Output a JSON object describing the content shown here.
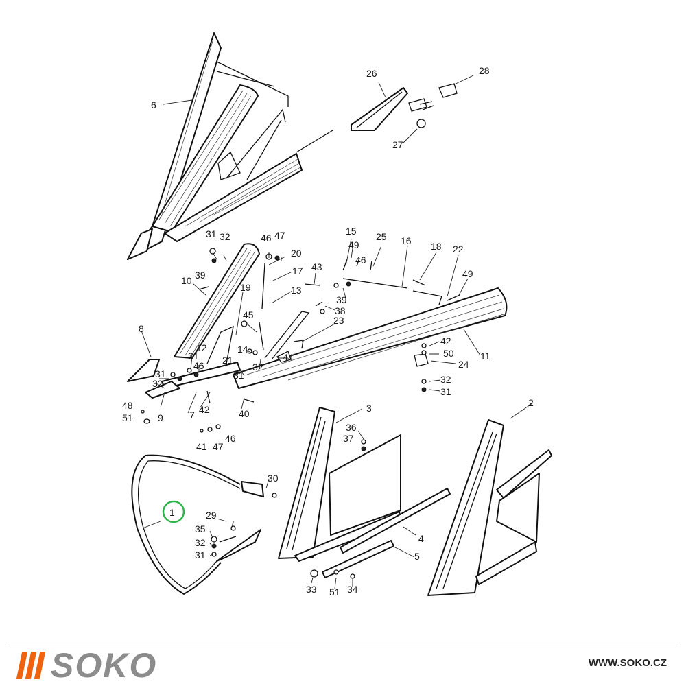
{
  "colors": {
    "brand_orange": "#f0620e",
    "brand_gray": "#8c8c8c",
    "highlight_green": "#2fb34a",
    "line": "#111111"
  },
  "footer": {
    "brand": "SOKO",
    "url": "WWW.SOKO.CZ"
  },
  "highlighted_part": "1",
  "labels": {
    "p1": "1",
    "p2": "2",
    "p3": "3",
    "p4": "4",
    "p5": "5",
    "p6": "6",
    "p7": "7",
    "p8": "8",
    "p9": "9",
    "p10": "10",
    "p11": "11",
    "p12": "12",
    "p13": "13",
    "p14": "14",
    "p15": "15",
    "p16": "16",
    "p17": "17",
    "p18": "18",
    "p19": "19",
    "p20": "20",
    "p21": "21",
    "p22": "22",
    "p23": "23",
    "p24": "24",
    "p25": "25",
    "p26": "26",
    "p27": "27",
    "p28": "28",
    "p29": "29",
    "p30": "30",
    "p31": "31",
    "p31b": "31",
    "p31c": "31",
    "p31d": "31",
    "p31e": "31",
    "p31f": "31",
    "p32": "32",
    "p32b": "32",
    "p32c": "32",
    "p32d": "32",
    "p32e": "32",
    "p33": "33",
    "p34": "34",
    "p35": "35",
    "p36": "36",
    "p37": "37",
    "p38": "38",
    "p39": "39",
    "p39b": "39",
    "p40": "40",
    "p41": "41",
    "p42": "42",
    "p42b": "42",
    "p43": "43",
    "p44": "44",
    "p45": "45",
    "p46": "46",
    "p46b": "46",
    "p46c": "46",
    "p46d": "46",
    "p47": "47",
    "p47b": "47",
    "p48": "48",
    "p49": "49",
    "p49b": "49",
    "p50": "50",
    "p51": "51",
    "p51b": "51"
  }
}
